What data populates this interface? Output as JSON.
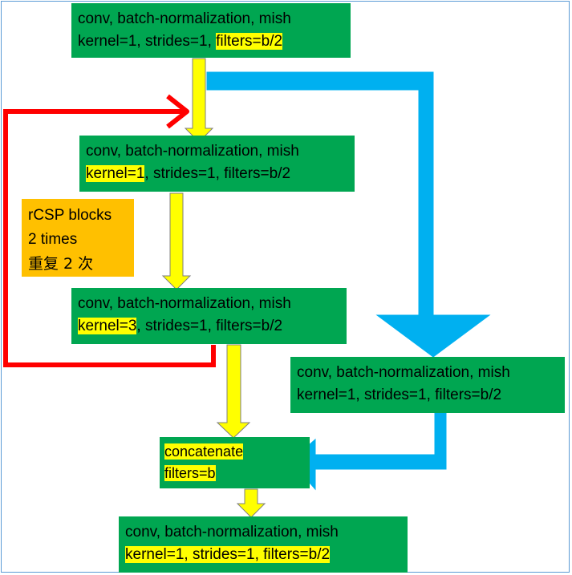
{
  "boxes": {
    "box1": {
      "line1": "conv, batch-normalization, mish",
      "line2_a": "kernel=1, strides=1, ",
      "line2_b": "filters=b/2"
    },
    "box2": {
      "line1": "conv, batch-normalization, mish",
      "line2_a": "kernel=1",
      "line2_b": ", strides=1, filters=b/2"
    },
    "box3": {
      "line1": "conv, batch-normalization, mish",
      "line2_a": "kernel=3",
      "line2_b": ", strides=1, filters=b/2"
    },
    "box4": {
      "line1": "conv, batch-normalization, mish",
      "line2": "kernel=1, strides=1, filters=b/2"
    },
    "concat": {
      "line1": "concatenate",
      "line2": "filters=b"
    },
    "box5": {
      "line1": "conv, batch-normalization, mish",
      "line2": "kernel=1, strides=1, filters=b/2"
    }
  },
  "repeat_note": {
    "line1": "rCSP blocks",
    "line2": "2 times",
    "line3": "重复 2 次"
  },
  "colors": {
    "box_green": "#00a651",
    "highlight": "#ffff00",
    "note_orange": "#ffc000",
    "arrow_yellow": "#ffff00",
    "arrow_blue": "#00b0f0",
    "arrow_red": "#ff0000",
    "frame": "#5b9bd5"
  }
}
